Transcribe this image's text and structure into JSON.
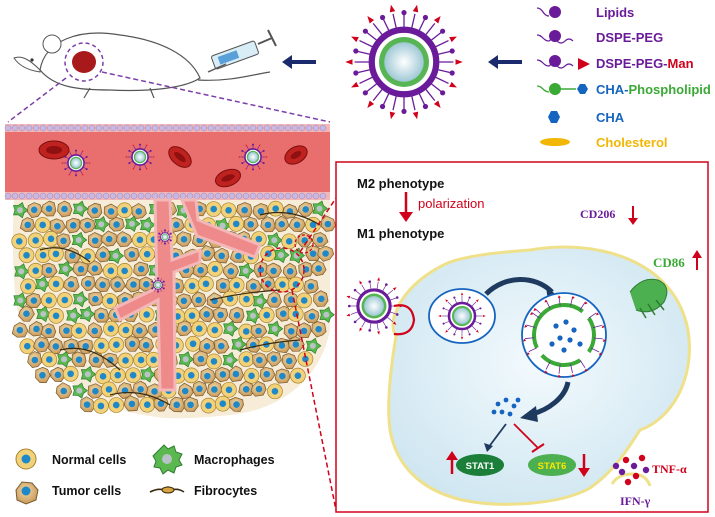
{
  "legend_top": {
    "lipids": "Lipids",
    "dspe_peg": "DSPE-PEG",
    "dspe_peg_man_prefix": "DSPE-PEG-",
    "dspe_peg_man_suffix": "Man",
    "cha_phospholipid_prefix": "CHA-",
    "cha_phospholipid_suffix": "Phospholipid",
    "cha": "CHA",
    "cholesterol": "Cholesterol"
  },
  "legend_bottom": {
    "normal_cells": "Normal cells",
    "tumor_cells": "Tumor cells",
    "macrophages": "Macrophages",
    "fibrocytes": "Fibrocytes"
  },
  "panel": {
    "m2_phenotype": "M2 phenotype",
    "polarization": "polarization",
    "m1_phenotype": "M1 phenotype",
    "cd206": "CD206",
    "cd86": "CD86",
    "stat1": "STAT1",
    "stat6": "STAT6",
    "tnf_alpha": "TNF-α",
    "ifn_gamma": "IFN-γ"
  },
  "colors": {
    "purple": "#6a1b9a",
    "red": "#d0021b",
    "green": "#3aa935",
    "blue": "#1565c0",
    "yellow": "#f2b705",
    "navy": "#1a2a6c",
    "vessel": "#e96f6f",
    "cell_membrane": "#efe08a",
    "cytoplasm": "#dfeff6"
  }
}
